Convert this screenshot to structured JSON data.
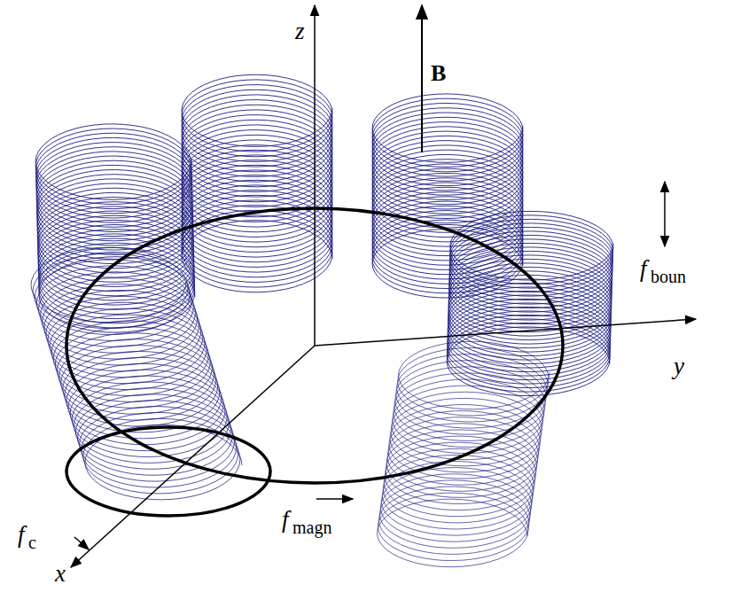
{
  "diagram": {
    "labels": [
      "z",
      "B",
      "y",
      "x",
      "f",
      "boun",
      "f",
      "c",
      "f",
      "magn"
    ]
  }
}
